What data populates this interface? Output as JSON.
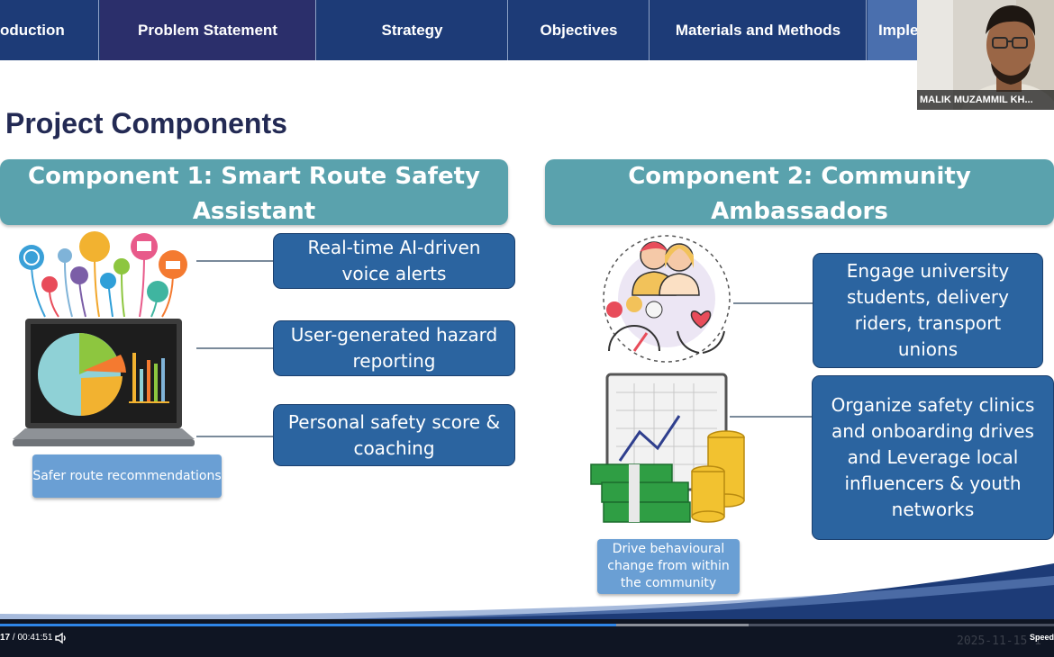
{
  "nav": {
    "tabs": [
      {
        "label": "oduction"
      },
      {
        "label": "Problem Statement"
      },
      {
        "label": "Strategy"
      },
      {
        "label": "Objectives"
      },
      {
        "label": "Materials and Methods"
      },
      {
        "label": "Imple"
      }
    ],
    "active_tab_color": "#2b2f6b"
  },
  "webcam": {
    "participant_name": "MALIK MUZAMMIL KH..."
  },
  "slide": {
    "title": "Project Components",
    "component1": {
      "header": "Component 1: Smart Route Safety Assistant",
      "items": [
        "Real-time AI-driven voice alerts",
        "User-generated hazard reporting",
        "Personal safety score & coaching"
      ],
      "caption": "Safer route recommendations"
    },
    "component2": {
      "header": "Component 2: Community Ambassadors",
      "items": [
        "Engage university students, delivery riders, transport unions",
        "Organize safety clinics and onboarding drives and Leverage local influencers & youth networks"
      ],
      "caption": "Drive behavioural change from within the community"
    },
    "colors": {
      "header_teal": "#5aa2ad",
      "box_blue": "#2b64a0",
      "caption_blue": "#6a9fd4",
      "title_navy": "#232a54"
    }
  },
  "player": {
    "current_time": "17",
    "separator": "/",
    "duration": "00:41:51",
    "speed_label": "Speed",
    "timestamp": "2025-11-15 1",
    "progress_fraction": 0.585,
    "buffered_fraction": 0.71,
    "icons": {
      "volume": "volume-icon"
    }
  }
}
